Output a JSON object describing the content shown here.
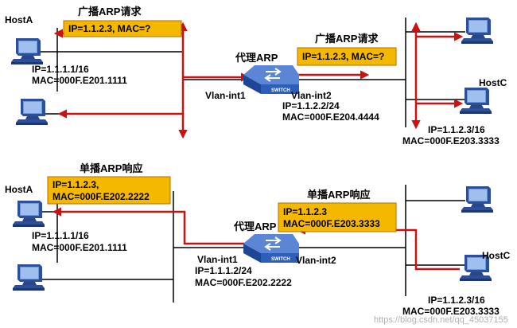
{
  "colors": {
    "arrow": "#cc1111",
    "line": "#000000",
    "box_fill": "#f5b800",
    "box_border": "#b36b00",
    "switch_body": "#2e5fb8",
    "pc_body": "#2d4f9a"
  },
  "icons": [
    "pc-icon",
    "switch-icon"
  ],
  "top": {
    "broadcast_label_left": "广播ARP请求",
    "box_left": "IP=1.1.2.3, MAC=?",
    "broadcast_label_right": "广播ARP请求",
    "box_right": "IP=1.1.2.3, MAC=?",
    "proxy_label": "代理ARP",
    "vlan1": "Vlan-int1",
    "vlan2": "Vlan-int2",
    "switch_ip": "IP=1.1.2.2/24",
    "switch_mac": "MAC=000F.E204.4444",
    "hostA_label": "HostA",
    "hostA_ip": "IP=1.1.1.1/16",
    "hostA_mac": "MAC=000F.E201.1111",
    "hostC_label": "HostC",
    "hostC_ip": "IP=1.1.2.3/16",
    "hostC_mac": "MAC=000F.E203.3333"
  },
  "bottom": {
    "reply_label_left": "单播ARP响应",
    "box_left_line1": "IP=1.1.2.3,",
    "box_left_line2": "MAC=000F.E202.2222",
    "reply_label_right": "单播ARP响应",
    "box_right_line1": "IP=1.1.2.3",
    "box_right_line2": "MAC=000F.E203.3333",
    "proxy_label": "代理ARP",
    "vlan1": "Vlan-int1",
    "vlan2": "Vlan-int2",
    "switch_ip": "IP=1.1.1.2/24",
    "switch_mac": "MAC=000F.E202.2222",
    "hostA_label": "HostA",
    "hostA_ip": "IP=1.1.1.1/16",
    "hostA_mac": "MAC=000F.E201.1111",
    "hostC_label": "HostC",
    "hostC_ip": "IP=1.1.2.3/16",
    "hostC_mac": "MAC=000F.E203.3333"
  },
  "watermark": "https://blog.csdn.net/qq_45037155"
}
